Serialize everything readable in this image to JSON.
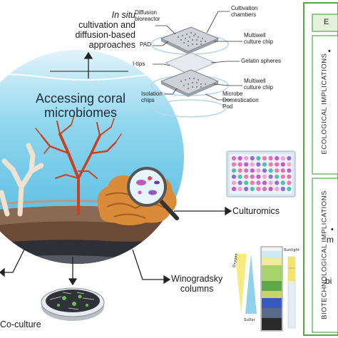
{
  "central": {
    "title_line1": "Accessing coral",
    "title_line2": "microbiomes"
  },
  "insitu": {
    "italic": "In situ",
    "line1": "cultivation and",
    "line2": "diffusion-based",
    "line3": "approaches"
  },
  "chip_labels": {
    "diffusion_bioreactor_1": "Diffusion",
    "diffusion_bioreactor_2": "bioreactor",
    "pad": "PAD",
    "itips": "I-tips",
    "isolation_1": "Isolation",
    "isolation_2": "chips",
    "cultivation_chambers_1": "Cultivation",
    "cultivation_chambers_2": "chambers",
    "multiwell_1a": "Multiwell",
    "multiwell_1b": "culture chip",
    "gelatin": "Gelatin spheres",
    "multiwell_2a": "Multiwell",
    "multiwell_2b": "culture chip",
    "microbe_1": "Microbe",
    "microbe_2": "Domestication",
    "microbe_3": "Pod"
  },
  "culturomics": "Culturomics",
  "winogradsky": {
    "line1": "Winogradsky",
    "line2": "columns"
  },
  "column_labels": {
    "oxygen": "Oxygen",
    "sunlight": "Sunlight",
    "sulfur": "Sulfur"
  },
  "coculture": "Co-culture",
  "panel": {
    "ecological": "ECOLOGICAL IMPLICATIONS",
    "biotechnological": "BIOTECHNOLOGICAL IMPLICATIONS",
    "partial_top": "E",
    "partial_mid1": "m",
    "partial_mid2": "bi"
  },
  "colors": {
    "ocean": "#5cc6e8",
    "sediment": "#7a5a44",
    "coral_red": "#c9411e",
    "coral_orange": "#d98b3a",
    "panel_green": "#5aa54a"
  }
}
